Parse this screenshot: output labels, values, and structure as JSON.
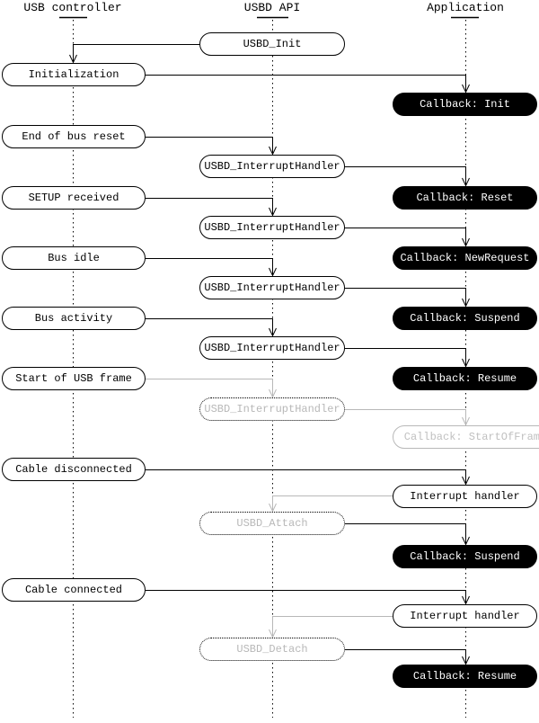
{
  "diagram_type": "sequence-flow",
  "columns": [
    {
      "label": "USB controller"
    },
    {
      "label": "USBD API"
    },
    {
      "label": "Application"
    }
  ],
  "colors": {
    "line": "#000000",
    "dimmed": "#b8b8b8",
    "callback_bg": "#000000",
    "callback_text": "#ffffff",
    "node_bg": "#ffffff"
  },
  "nodes": [
    {
      "label": "USBD_Init",
      "column": "USBD API",
      "type": "api",
      "dimmed": false
    },
    {
      "label": "Initialization",
      "column": "USB controller",
      "type": "event",
      "dimmed": false
    },
    {
      "label": "Callback: Init",
      "column": "Application",
      "type": "callback",
      "dimmed": false
    },
    {
      "label": "End of bus reset",
      "column": "USB controller",
      "type": "event",
      "dimmed": false
    },
    {
      "label": "USBD_InterruptHandler",
      "column": "USBD API",
      "type": "api",
      "dimmed": false
    },
    {
      "label": "Callback: Reset",
      "column": "Application",
      "type": "callback",
      "dimmed": false
    },
    {
      "label": "SETUP received",
      "column": "USB controller",
      "type": "event",
      "dimmed": false
    },
    {
      "label": "USBD_InterruptHandler",
      "column": "USBD API",
      "type": "api",
      "dimmed": false
    },
    {
      "label": "Callback: NewRequest",
      "column": "Application",
      "type": "callback",
      "dimmed": false
    },
    {
      "label": "Bus idle",
      "column": "USB controller",
      "type": "event",
      "dimmed": false
    },
    {
      "label": "USBD_InterruptHandler",
      "column": "USBD API",
      "type": "api",
      "dimmed": false
    },
    {
      "label": "Callback: Suspend",
      "column": "Application",
      "type": "callback",
      "dimmed": false
    },
    {
      "label": "Bus activity",
      "column": "USB controller",
      "type": "event",
      "dimmed": false
    },
    {
      "label": "USBD_InterruptHandler",
      "column": "USBD API",
      "type": "api",
      "dimmed": false
    },
    {
      "label": "Callback: Resume",
      "column": "Application",
      "type": "callback",
      "dimmed": false
    },
    {
      "label": "Start of USB frame",
      "column": "USB controller",
      "type": "event",
      "dimmed": false
    },
    {
      "label": "USBD_InterruptHandler",
      "column": "USBD API",
      "type": "api",
      "dimmed": true
    },
    {
      "label": "Callback: StartOfFrame",
      "column": "Application",
      "type": "callback",
      "dimmed": true
    },
    {
      "label": "Cable disconnected",
      "column": "USB controller",
      "type": "event",
      "dimmed": false
    },
    {
      "label": "Interrupt handler",
      "column": "Application",
      "type": "event",
      "dimmed": false
    },
    {
      "label": "USBD_Attach",
      "column": "USBD API",
      "type": "api",
      "dimmed": true
    },
    {
      "label": "Callback: Suspend",
      "column": "Application",
      "type": "callback",
      "dimmed": false
    },
    {
      "label": "Cable connected",
      "column": "USB controller",
      "type": "event",
      "dimmed": false
    },
    {
      "label": "Interrupt handler",
      "column": "Application",
      "type": "event",
      "dimmed": false
    },
    {
      "label": "USBD_Detach",
      "column": "USBD API",
      "type": "api",
      "dimmed": true
    },
    {
      "label": "Callback: Resume",
      "column": "Application",
      "type": "callback",
      "dimmed": false
    }
  ]
}
